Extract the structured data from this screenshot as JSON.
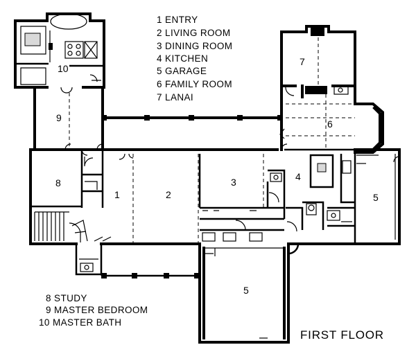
{
  "legend_top": [
    "1 ENTRY",
    "2 LIVING ROOM",
    "3 DINING ROOM",
    "4 KITCHEN",
    "5 GARAGE",
    "6 FAMILY ROOM",
    "7 LANAI"
  ],
  "legend_bottom": [
    "8 STUDY",
    "9 MASTER BEDROOM",
    "10 MASTER BATH"
  ],
  "floor_caption": "FIRST FLOOR",
  "room_numbers": {
    "entry": "1",
    "living_room": "2",
    "dining_room": "3",
    "kitchen": "4",
    "garage_right": "5",
    "garage_bottom": "5",
    "family_room": "6",
    "lanai": "7",
    "study": "8",
    "master_bedroom": "9",
    "master_bath": "10"
  }
}
